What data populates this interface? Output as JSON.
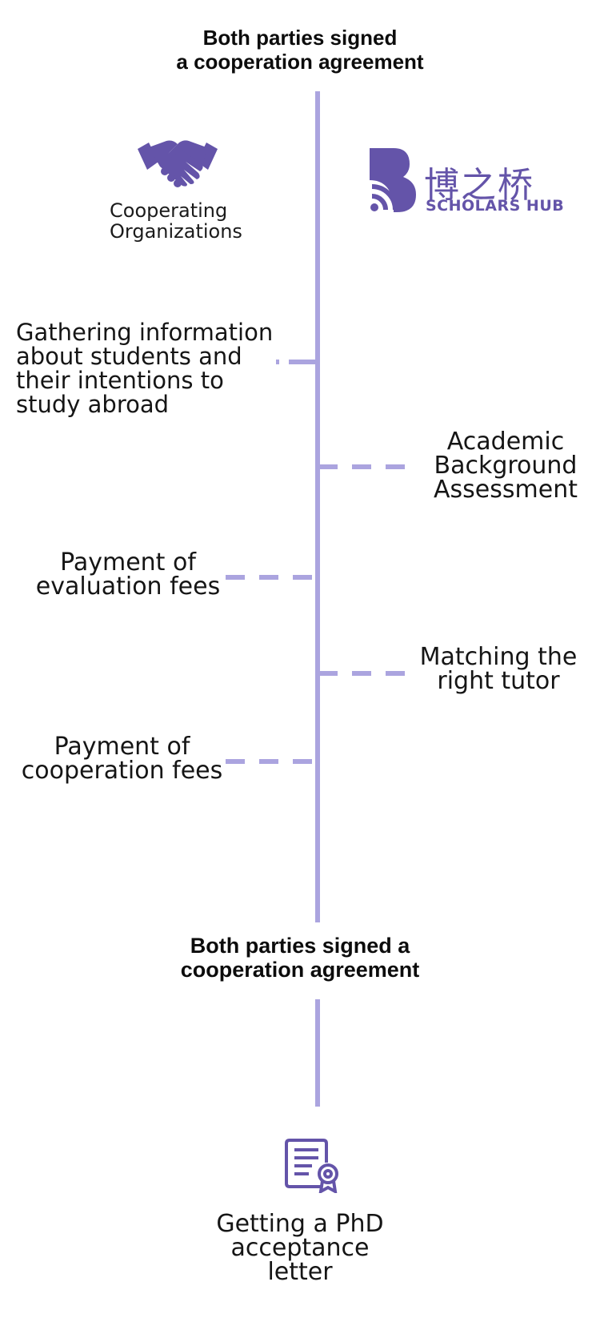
{
  "top_heading": [
    "Both parties signed",
    "a cooperation agreement"
  ],
  "left_party": {
    "icon": "handshake-icon",
    "label": [
      "Cooperating",
      "Organizations"
    ]
  },
  "right_party": {
    "logo_cn": "博之桥",
    "logo_en": "SCHOLARS HUB"
  },
  "steps": [
    {
      "side": "left",
      "lines": [
        "Gathering information",
        "about students and",
        "their intentions to",
        "study abroad"
      ]
    },
    {
      "side": "right",
      "lines": [
        "Academic",
        "Background",
        "Assessment"
      ]
    },
    {
      "side": "left",
      "lines": [
        "Payment of",
        "evaluation fees"
      ]
    },
    {
      "side": "right",
      "lines": [
        "Matching the",
        "right tutor"
      ]
    },
    {
      "side": "left",
      "lines": [
        "Payment of",
        "cooperation fees"
      ]
    }
  ],
  "middle_heading": [
    "Both parties signed a",
    "cooperation agreement"
  ],
  "final": {
    "icon": "certificate-icon",
    "lines": [
      "Getting a PhD",
      "acceptance",
      "letter"
    ]
  },
  "colors": {
    "accent": "#aba4df",
    "brand": "#6454a9"
  }
}
